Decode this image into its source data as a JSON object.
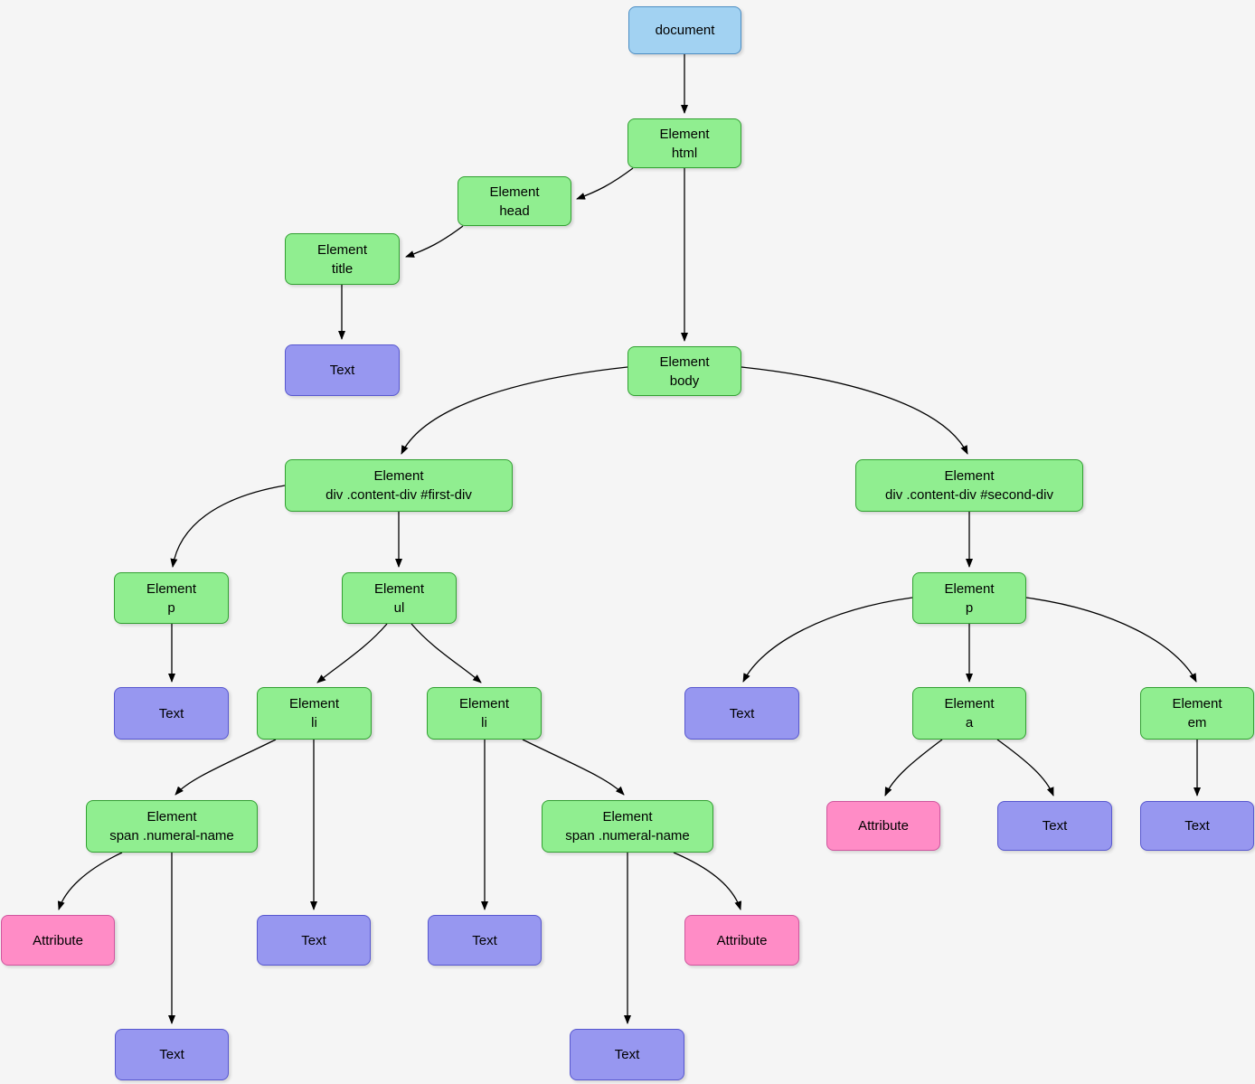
{
  "diagram": {
    "kind": "dom-tree",
    "colors": {
      "background": "#f5f5f5",
      "document_fill": "#a2d2f2",
      "document_stroke": "#4d8ec4",
      "element_fill": "#90ee90",
      "element_stroke": "#31a031",
      "text_fill": "#9797f0",
      "text_stroke": "#5757cf",
      "attribute_fill": "#ff8cc6",
      "attribute_stroke": "#cf569e",
      "edge_stroke": "#000000"
    },
    "nodes": {
      "document": {
        "kind": "document",
        "label": "document"
      },
      "html": {
        "kind": "element",
        "label": "Element\nhtml"
      },
      "head": {
        "kind": "element",
        "label": "Element\nhead"
      },
      "title": {
        "kind": "element",
        "label": "Element\ntitle"
      },
      "title_text": {
        "kind": "text",
        "label": "Text"
      },
      "body": {
        "kind": "element",
        "label": "Element\nbody"
      },
      "div_first": {
        "kind": "element",
        "label": "Element\ndiv .content-div #first-div"
      },
      "div_second": {
        "kind": "element",
        "label": "Element\ndiv .content-div #second-div"
      },
      "p_first": {
        "kind": "element",
        "label": "Element\np"
      },
      "ul": {
        "kind": "element",
        "label": "Element\nul"
      },
      "p_second": {
        "kind": "element",
        "label": "Element\np"
      },
      "p_first_text": {
        "kind": "text",
        "label": "Text"
      },
      "li_first": {
        "kind": "element",
        "label": "Element\nli"
      },
      "li_second": {
        "kind": "element",
        "label": "Element\nli"
      },
      "p_second_text": {
        "kind": "text",
        "label": "Text"
      },
      "a": {
        "kind": "element",
        "label": "Element\na"
      },
      "em": {
        "kind": "element",
        "label": "Element\nem"
      },
      "span_first": {
        "kind": "element",
        "label": "Element\nspan .numeral-name"
      },
      "span_second": {
        "kind": "element",
        "label": "Element\nspan .numeral-name"
      },
      "a_attribute": {
        "kind": "attribute",
        "label": "Attribute"
      },
      "a_text": {
        "kind": "text",
        "label": "Text"
      },
      "em_text": {
        "kind": "text",
        "label": "Text"
      },
      "span_first_attribute": {
        "kind": "attribute",
        "label": "Attribute"
      },
      "li_first_text": {
        "kind": "text",
        "label": "Text"
      },
      "li_second_text": {
        "kind": "text",
        "label": "Text"
      },
      "span_second_attribute": {
        "kind": "attribute",
        "label": "Attribute"
      },
      "span_first_text": {
        "kind": "text",
        "label": "Text"
      },
      "span_second_text": {
        "kind": "text",
        "label": "Text"
      }
    },
    "edges": [
      {
        "from": "document",
        "to": "html"
      },
      {
        "from": "html",
        "to": "head"
      },
      {
        "from": "head",
        "to": "title"
      },
      {
        "from": "title",
        "to": "title_text"
      },
      {
        "from": "html",
        "to": "body"
      },
      {
        "from": "body",
        "to": "div_first"
      },
      {
        "from": "body",
        "to": "div_second"
      },
      {
        "from": "div_first",
        "to": "p_first"
      },
      {
        "from": "div_first",
        "to": "ul"
      },
      {
        "from": "p_first",
        "to": "p_first_text"
      },
      {
        "from": "ul",
        "to": "li_first"
      },
      {
        "from": "ul",
        "to": "li_second"
      },
      {
        "from": "li_first",
        "to": "span_first"
      },
      {
        "from": "li_first",
        "to": "li_first_text"
      },
      {
        "from": "li_second",
        "to": "li_second_text"
      },
      {
        "from": "li_second",
        "to": "span_second"
      },
      {
        "from": "span_first",
        "to": "span_first_attribute"
      },
      {
        "from": "span_first",
        "to": "span_first_text"
      },
      {
        "from": "span_second",
        "to": "span_second_attribute"
      },
      {
        "from": "span_second",
        "to": "span_second_text"
      },
      {
        "from": "div_second",
        "to": "p_second"
      },
      {
        "from": "p_second",
        "to": "p_second_text"
      },
      {
        "from": "p_second",
        "to": "a"
      },
      {
        "from": "p_second",
        "to": "em"
      },
      {
        "from": "a",
        "to": "a_attribute"
      },
      {
        "from": "a",
        "to": "a_text"
      },
      {
        "from": "em",
        "to": "em_text"
      }
    ]
  }
}
